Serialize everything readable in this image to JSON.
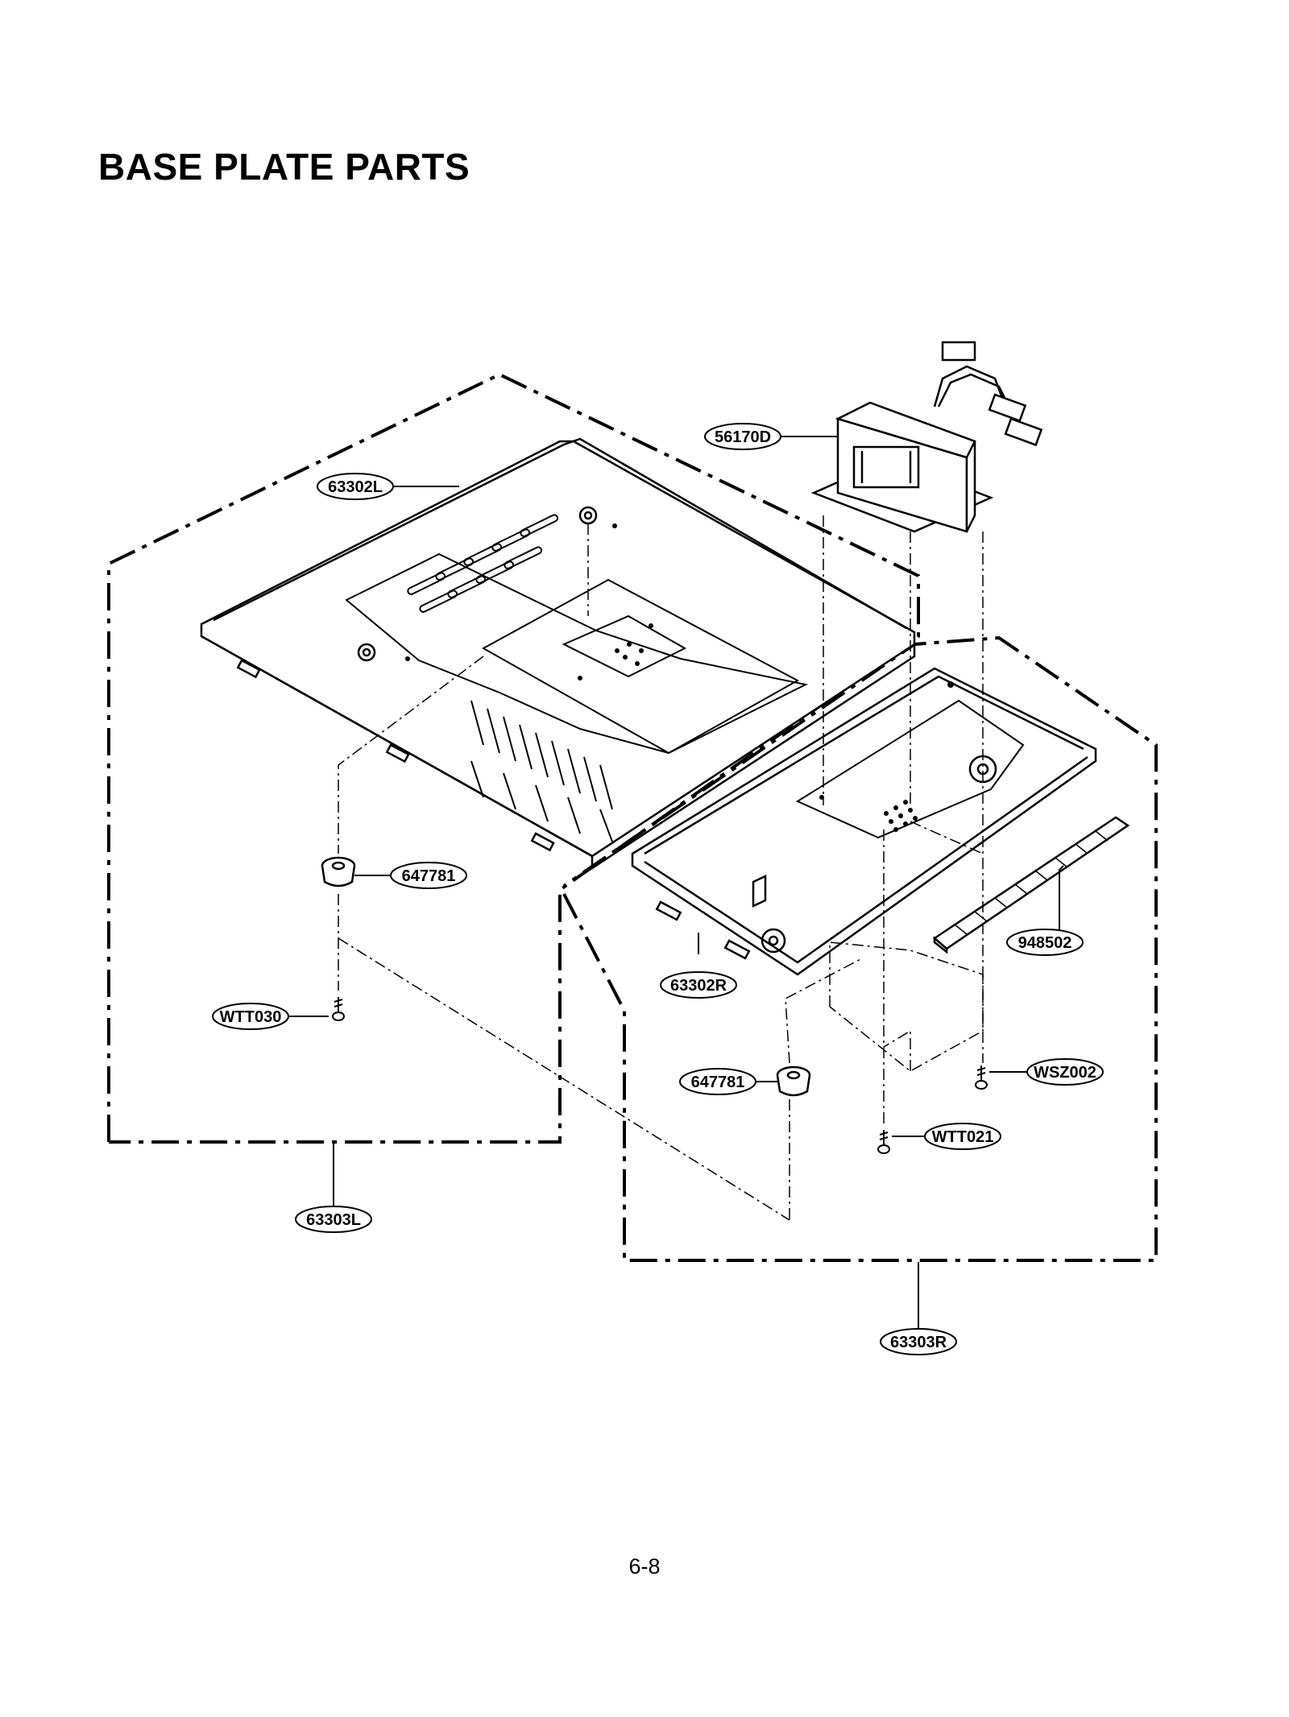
{
  "page": {
    "title": "BASE PLATE PARTS",
    "page_number": "6-8"
  },
  "parts": {
    "transformer": "56170D",
    "base_plate_left": "63302L",
    "base_plate_right": "63302R",
    "foot_left": "647781",
    "foot_right": "647781",
    "screw_left": "WTT030",
    "screw_right_lower": "WTT021",
    "screw_right_upper": "WSZ002",
    "gasket_strip": "948502",
    "assembly_left": "63303L",
    "assembly_right": "63303R"
  }
}
